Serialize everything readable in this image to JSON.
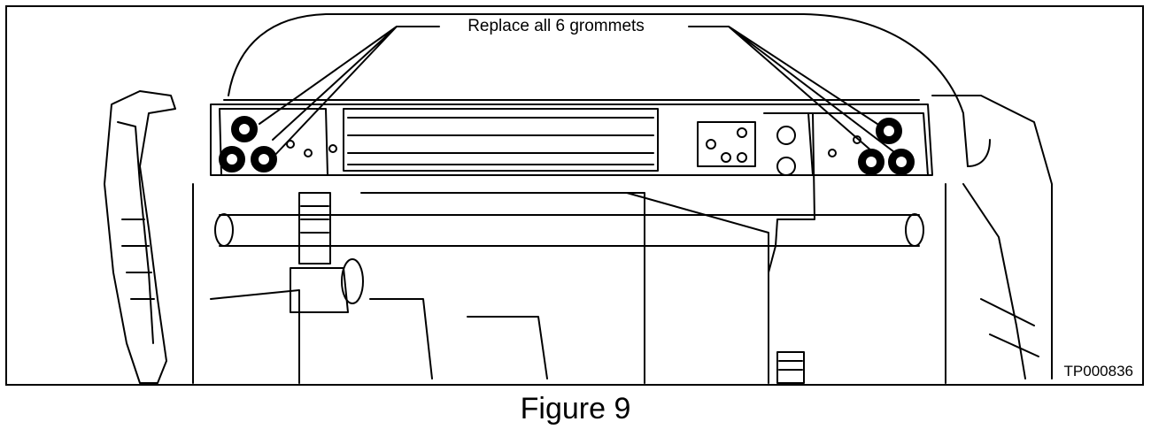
{
  "figure": {
    "callout": "Replace all 6 grommets",
    "code": "TP000836",
    "caption": "Figure 9"
  },
  "colors": {
    "line": "#000000",
    "background": "#ffffff"
  }
}
